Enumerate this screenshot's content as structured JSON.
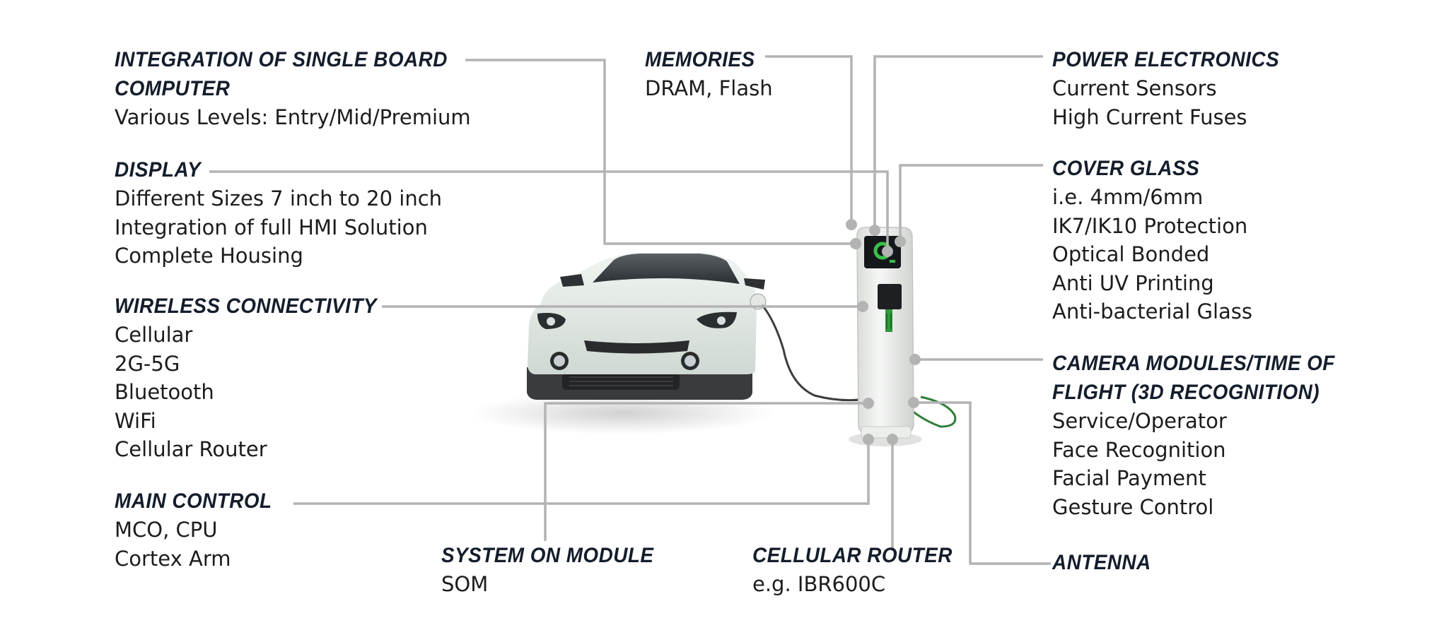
{
  "callouts": {
    "sbc": {
      "title_1": "INTEGRATION OF SINGLE BOARD",
      "title_2": "COMPUTER",
      "lines": [
        "Various Levels: Entry/Mid/Premium"
      ]
    },
    "display": {
      "title": "DISPLAY",
      "lines": [
        "Different Sizes 7 inch to 20 inch",
        "Integration of full HMI Solution",
        "Complete Housing"
      ]
    },
    "wireless": {
      "title": "WIRELESS CONNECTIVITY",
      "lines": [
        "Cellular",
        "2G-5G",
        "Bluetooth",
        "WiFi",
        "Cellular Router"
      ]
    },
    "main_control": {
      "title": "MAIN CONTROL",
      "lines": [
        "MCO, CPU",
        "Cortex Arm"
      ]
    },
    "som": {
      "title": "SYSTEM ON MODULE",
      "lines": [
        "SOM"
      ]
    },
    "memories": {
      "title": "MEMORIES",
      "lines": [
        "DRAM, Flash"
      ]
    },
    "cellular_router": {
      "title": "CELLULAR ROUTER",
      "lines": [
        "e.g. IBR600C"
      ]
    },
    "power": {
      "title": "POWER ELECTRONICS",
      "lines": [
        "Current Sensors",
        "High Current Fuses"
      ]
    },
    "cover_glass": {
      "title": "COVER GLASS",
      "lines": [
        "i.e. 4mm/6mm",
        "IK7/IK10 Protection",
        "Optical Bonded",
        "Anti UV Printing",
        "Anti-bacterial Glass"
      ]
    },
    "camera": {
      "title_1": "CAMERA MODULES/TIME OF",
      "title_2": "FLIGHT (3D RECOGNITION)",
      "lines": [
        "Service/Operator",
        "Face Recognition",
        "Facial Payment",
        "Gesture Control"
      ]
    },
    "antenna": {
      "title": "ANTENNA"
    }
  },
  "colors": {
    "title": "#141d2b",
    "body": "#1c1c1c",
    "leader": "#b3b3b3",
    "car_body": "#dfe6e1",
    "car_dark": "#3b3b3d",
    "station": "#eef0ee",
    "accent_green": "#2fae3f"
  }
}
